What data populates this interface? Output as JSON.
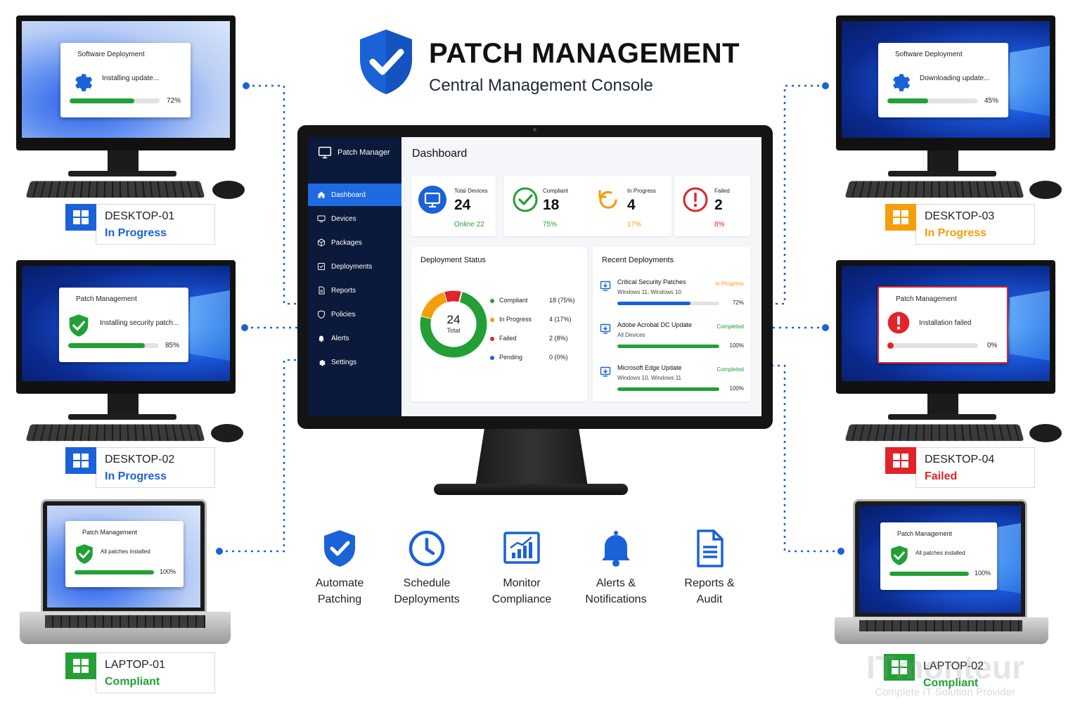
{
  "header": {
    "title": "PATCH MANAGEMENT",
    "subtitle": "Central Management Console"
  },
  "colors": {
    "brand_blue": "#1a62d8",
    "success_green": "#22a036",
    "warning_orange": "#f59e0b",
    "danger_red": "#e1232a",
    "sidebar_navy": "#0b1a3a"
  },
  "endpoints": [
    {
      "name": "DESKTOP-01",
      "status": "In Progress",
      "status_color": "#1a62d8",
      "logo_color": "#1a62d8",
      "dialog_title": "Software Deployment",
      "dialog_message": "Installing update...",
      "dialog_icon": "gear-icon",
      "progress_label": "72%",
      "progress": 0.72
    },
    {
      "name": "DESKTOP-02",
      "status": "In Progress",
      "status_color": "#1a62d8",
      "logo_color": "#1a62d8",
      "dialog_title": "Patch Management",
      "dialog_message": "Installing security patch...",
      "dialog_icon": "shield-check-icon",
      "progress_label": "85%",
      "progress": 0.85
    },
    {
      "name": "LAPTOP-01",
      "status": "Compliant",
      "status_color": "#22a036",
      "logo_color": "#22a036",
      "dialog_title": "Patch Management",
      "dialog_message": "All patches installed",
      "dialog_icon": "shield-check-icon",
      "progress_label": "100%",
      "progress": 1.0
    },
    {
      "name": "DESKTOP-03",
      "status": "In Progress",
      "status_color": "#f59e0b",
      "logo_color": "#f59e0b",
      "dialog_title": "Software Deployment",
      "dialog_message": "Downloading update...",
      "dialog_icon": "gear-icon",
      "progress_label": "45%",
      "progress": 0.45
    },
    {
      "name": "DESKTOP-04",
      "status": "Failed",
      "status_color": "#e1232a",
      "logo_color": "#e1232a",
      "dialog_title": "Patch Management",
      "dialog_message": "Installation failed",
      "dialog_icon": "error-icon",
      "progress_label": "0%",
      "progress": 0.0
    },
    {
      "name": "LAPTOP-02",
      "status": "Compliant",
      "status_color": "#22a036",
      "logo_color": "#22a036",
      "dialog_title": "Patch Management",
      "dialog_message": "All patches installed",
      "dialog_icon": "shield-check-icon",
      "progress_label": "100%",
      "progress": 1.0
    }
  ],
  "console": {
    "brand": "Patch Manager",
    "page_title": "Dashboard",
    "nav": [
      {
        "label": "Dashboard",
        "icon": "home-icon",
        "active": true
      },
      {
        "label": "Devices",
        "icon": "monitor-icon"
      },
      {
        "label": "Packages",
        "icon": "package-icon"
      },
      {
        "label": "Deployments",
        "icon": "deploy-icon"
      },
      {
        "label": "Reports",
        "icon": "report-icon"
      },
      {
        "label": "Policies",
        "icon": "shield-icon"
      },
      {
        "label": "Alerts",
        "icon": "bell-icon"
      },
      {
        "label": "Settings",
        "icon": "gear-icon"
      }
    ],
    "kpis": [
      {
        "label": "Total Devices",
        "value": "24",
        "sub": "Online 22",
        "color": "#1a62d8",
        "icon": "monitor-icon"
      },
      {
        "label": "Compliant",
        "value": "18",
        "sub": "75%",
        "color": "#22a036",
        "icon": "check-circle-icon"
      },
      {
        "label": "In Progress",
        "value": "4",
        "sub": "17%",
        "color": "#f59e0b",
        "icon": "refresh-icon"
      },
      {
        "label": "Failed",
        "value": "2",
        "sub": "8%",
        "color": "#e1232a",
        "icon": "alert-circle-icon"
      }
    ],
    "deployment_status": {
      "title": "Deployment Status",
      "total_value": "24",
      "total_label": "Total",
      "legend": [
        {
          "name": "Compliant",
          "value": "18 (75%)",
          "color": "#22a036"
        },
        {
          "name": "In Progress",
          "value": "4 (17%)",
          "color": "#f59e0b"
        },
        {
          "name": "Failed",
          "value": "2 (8%)",
          "color": "#e1232a"
        },
        {
          "name": "Pending",
          "value": "0 (0%)",
          "color": "#1a62d8"
        }
      ]
    },
    "recent": {
      "title": "Recent Deployments",
      "items": [
        {
          "name": "Critical Security Patches",
          "targets": "Windows 11, Windows 10",
          "status": "In Progress",
          "status_color": "#f59e0b",
          "pct_label": "72%",
          "progress": 0.72,
          "bar_color": "#1a62d8"
        },
        {
          "name": "Adobe Acrobat DC Update",
          "targets": "All Devices",
          "status": "Completed",
          "status_color": "#22a036",
          "pct_label": "100%",
          "progress": 1.0,
          "bar_color": "#22a036"
        },
        {
          "name": "Microsoft Edge Update",
          "targets": "Windows 10, Windows 11",
          "status": "Completed",
          "status_color": "#22a036",
          "pct_label": "100%",
          "progress": 1.0,
          "bar_color": "#22a036"
        }
      ]
    }
  },
  "chart_data": {
    "type": "pie",
    "categories": [
      "Compliant",
      "In Progress",
      "Failed",
      "Pending"
    ],
    "values": [
      18,
      4,
      2,
      0
    ],
    "title": "Deployment Status",
    "center_value": "24",
    "center_label": "Total",
    "colors": [
      "#22a036",
      "#f59e0b",
      "#e1232a",
      "#1a62d8"
    ]
  },
  "features": [
    {
      "label": "Automate\nPatching",
      "icon": "shield-check-icon"
    },
    {
      "label": "Schedule\nDeployments",
      "icon": "clock-icon"
    },
    {
      "label": "Monitor\nCompliance",
      "icon": "chart-icon"
    },
    {
      "label": "Alerts &\nNotifications",
      "icon": "bell-icon"
    },
    {
      "label": "Reports &\nAudit",
      "icon": "document-icon"
    }
  ],
  "watermark": {
    "word": "ITmonteur",
    "tagline": "Complete IT Solution Provider"
  }
}
